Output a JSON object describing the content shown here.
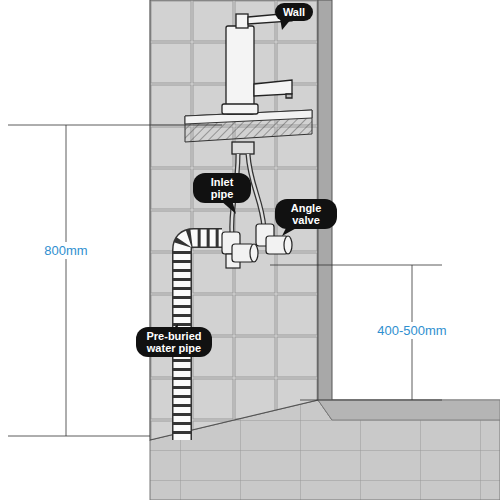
{
  "diagram": {
    "labels": [
      "Wall",
      "Inlet pipe",
      "Angle valve",
      "800mm",
      "400-500mm",
      "Pre-buried water pipe"
    ]
  }
}
